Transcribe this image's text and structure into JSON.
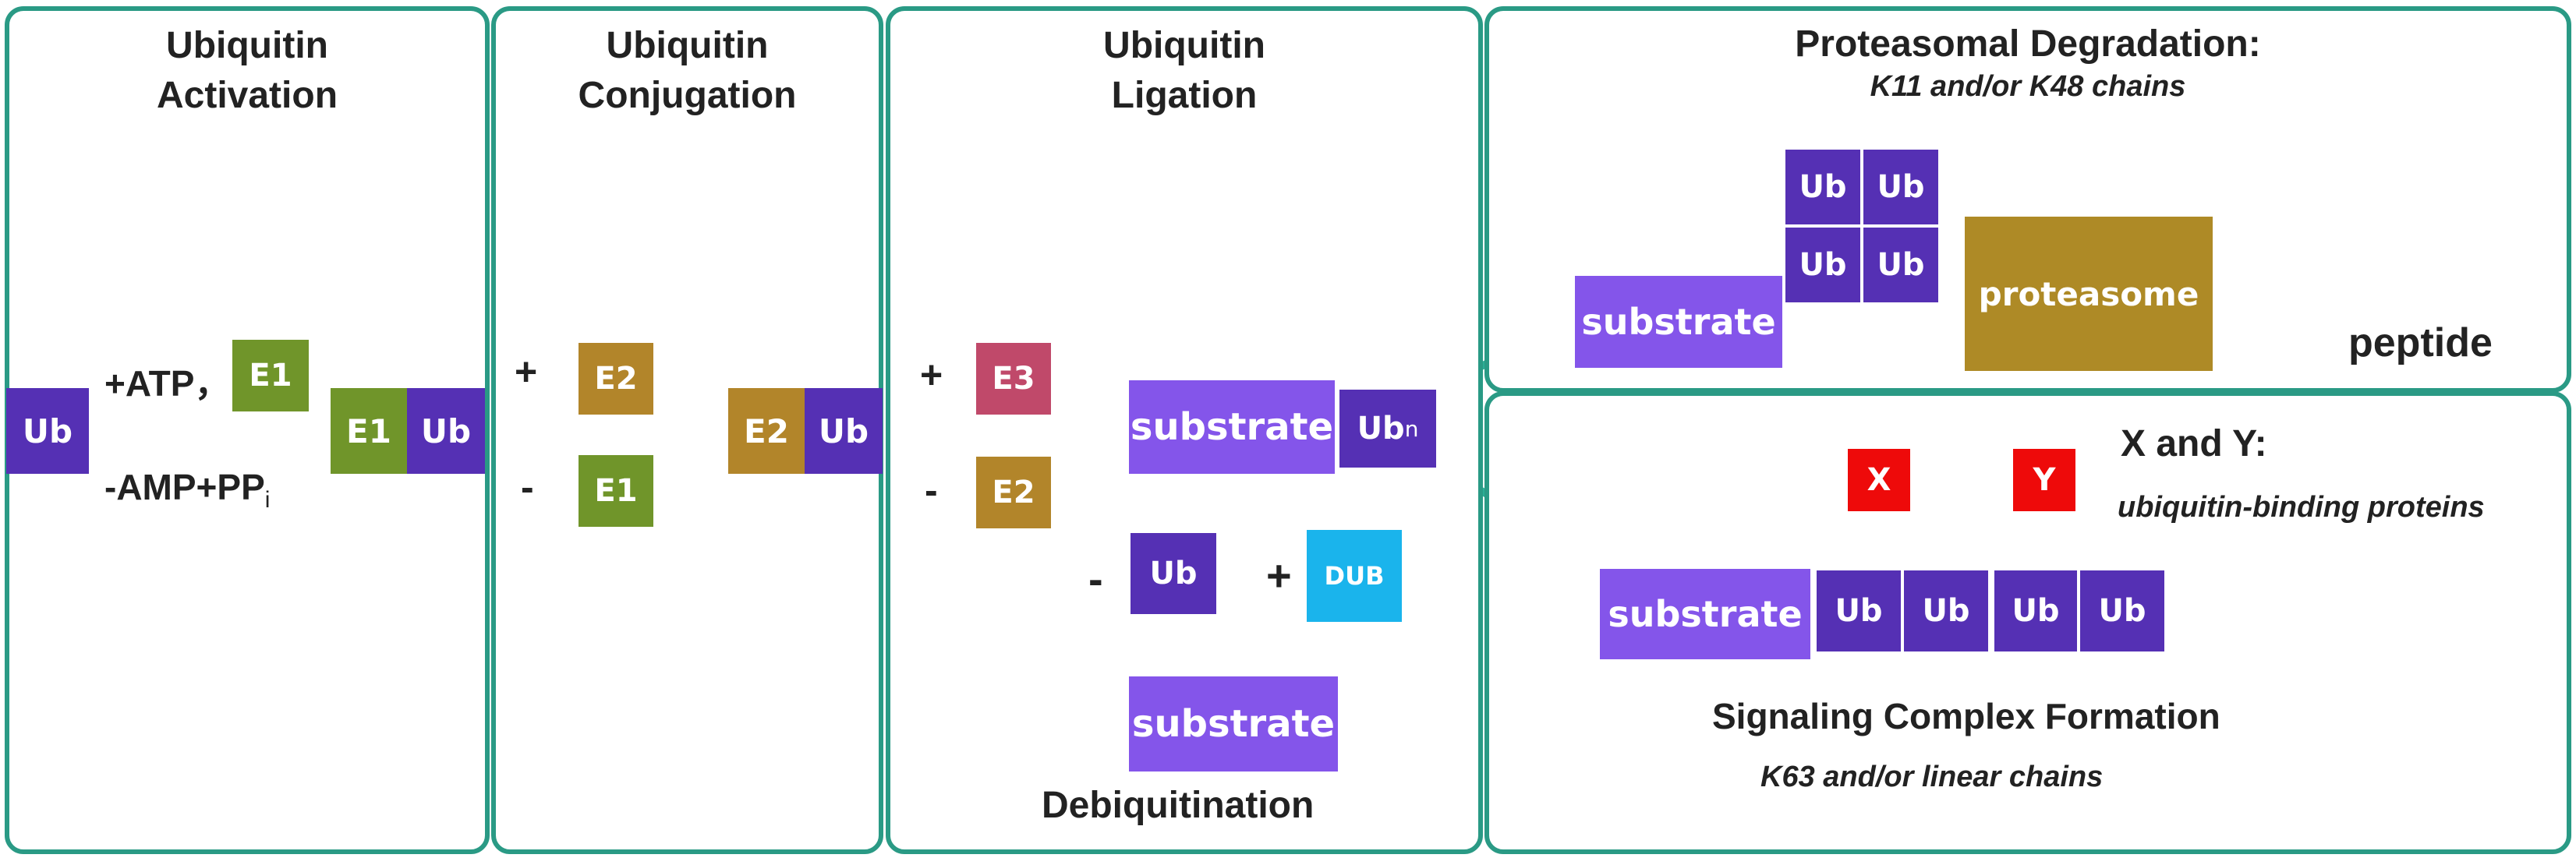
{
  "panels": {
    "activation": {
      "line1": "Ubiquitin",
      "line2": "Activation",
      "ub": "Ub",
      "plus_atp": "+ATP，",
      "e1": "E1",
      "minus_amp": "-AMP+PP",
      "minus_amp_sub": "i",
      "result_e1": "E1",
      "result_ub": "Ub"
    },
    "conjugation": {
      "line1": "Ubiquitin",
      "line2": "Conjugation",
      "plus": "+",
      "e2": "E2",
      "minus": "-",
      "e1": "E1",
      "result_e2": "E2",
      "result_ub": "Ub"
    },
    "ligation": {
      "line1": "Ubiquitin",
      "line2": "Ligation",
      "plus": "+",
      "e3": "E3",
      "minus": "-",
      "e2": "E2",
      "substrate": "substrate",
      "ubn": "Ub",
      "ubn_sub": "n",
      "minus_ub_sign": "-",
      "ub": "Ub",
      "plus_dub_sign": "+",
      "dub": "DUB",
      "substrate2": "substrate",
      "debiq": "Debiquitination"
    },
    "degradation": {
      "title": "Proteasomal Degradation:",
      "subtitle": "K11 and/or K48 chains",
      "substrate": "substrate",
      "ubs": [
        "Ub",
        "Ub",
        "Ub",
        "Ub"
      ],
      "proteasome": "proteasome",
      "peptide": "peptide"
    },
    "signaling": {
      "xy_title": "X and Y:",
      "xy_sub": "ubiquitin-binding proteins",
      "x": "X",
      "y": "Y",
      "substrate": "substrate",
      "ubs": [
        "Ub",
        "Ub",
        "Ub",
        "Ub"
      ],
      "title": "Signaling Complex Formation",
      "subtitle": "K63 and/or linear chains"
    }
  },
  "colors": {
    "border": "#2a9a85",
    "ub": "#5530b4",
    "e1": "#70952a",
    "e2": "#b2852a",
    "e3": "#c0496a",
    "substrate": "#8455ea",
    "dub": "#1ab4ec",
    "proteasome": "#ae8a26",
    "marker": "#ee0a0a",
    "bead": "#ffe600"
  }
}
